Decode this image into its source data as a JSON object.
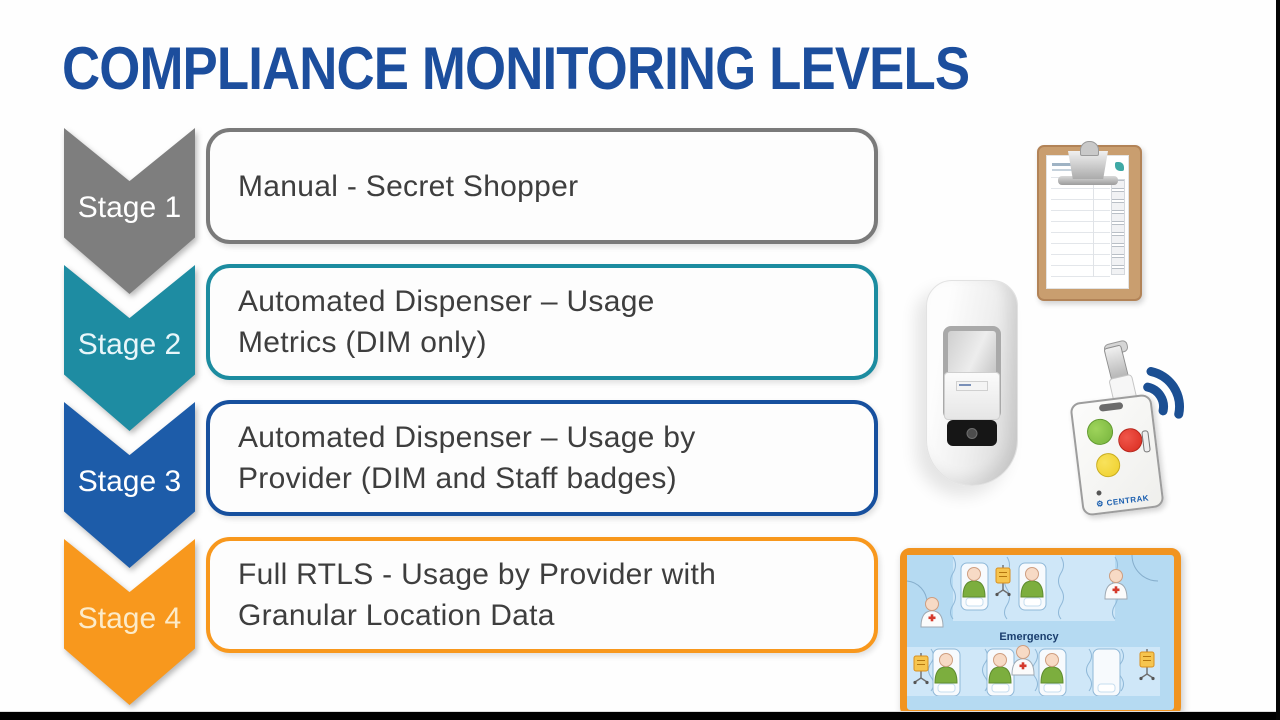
{
  "slide": {
    "title": "COMPLIANCE MONITORING LEVELS"
  },
  "colors": {
    "title": "#1C4E9D",
    "box_text": "#3E3E3E",
    "wifi_signal": "#1B4F93",
    "map_border": "#F19420"
  },
  "stages": [
    {
      "label": "Stage 1",
      "lines": [
        "Manual - Secret Shopper"
      ],
      "color": "#7E7E7E",
      "box_border": "#7A7A7A",
      "label_color": "#FFFFFF"
    },
    {
      "label": "Stage 2",
      "lines": [
        "Automated Dispenser – Usage",
        "Metrics (DIM only)"
      ],
      "color": "#1E8CA2",
      "box_border": "#1C8CA0",
      "label_color": "#E8F6FA"
    },
    {
      "label": "Stage 3",
      "lines": [
        "Automated Dispenser – Usage by",
        "Provider (DIM and Staff badges)"
      ],
      "color": "#1D5CA9",
      "box_border": "#17509E",
      "label_color": "#FFFFFF"
    },
    {
      "label": "Stage 4",
      "lines": [
        "Full RTLS - Usage by Provider with",
        "Granular Location Data"
      ],
      "color": "#F8981D",
      "box_border": "#F8981D",
      "label_color": "#FCEBC9"
    }
  ],
  "graphics": {
    "clipboard": {
      "name": "manual-audit-clipboard"
    },
    "dispenser": {
      "name": "hand-hygiene-dispenser"
    },
    "badge": {
      "brand": "CENTRAK",
      "button_colors": [
        "#76B33C",
        "#D92B1F",
        "#EFCF2A"
      ]
    },
    "floor_map": {
      "label": "Emergency"
    }
  }
}
